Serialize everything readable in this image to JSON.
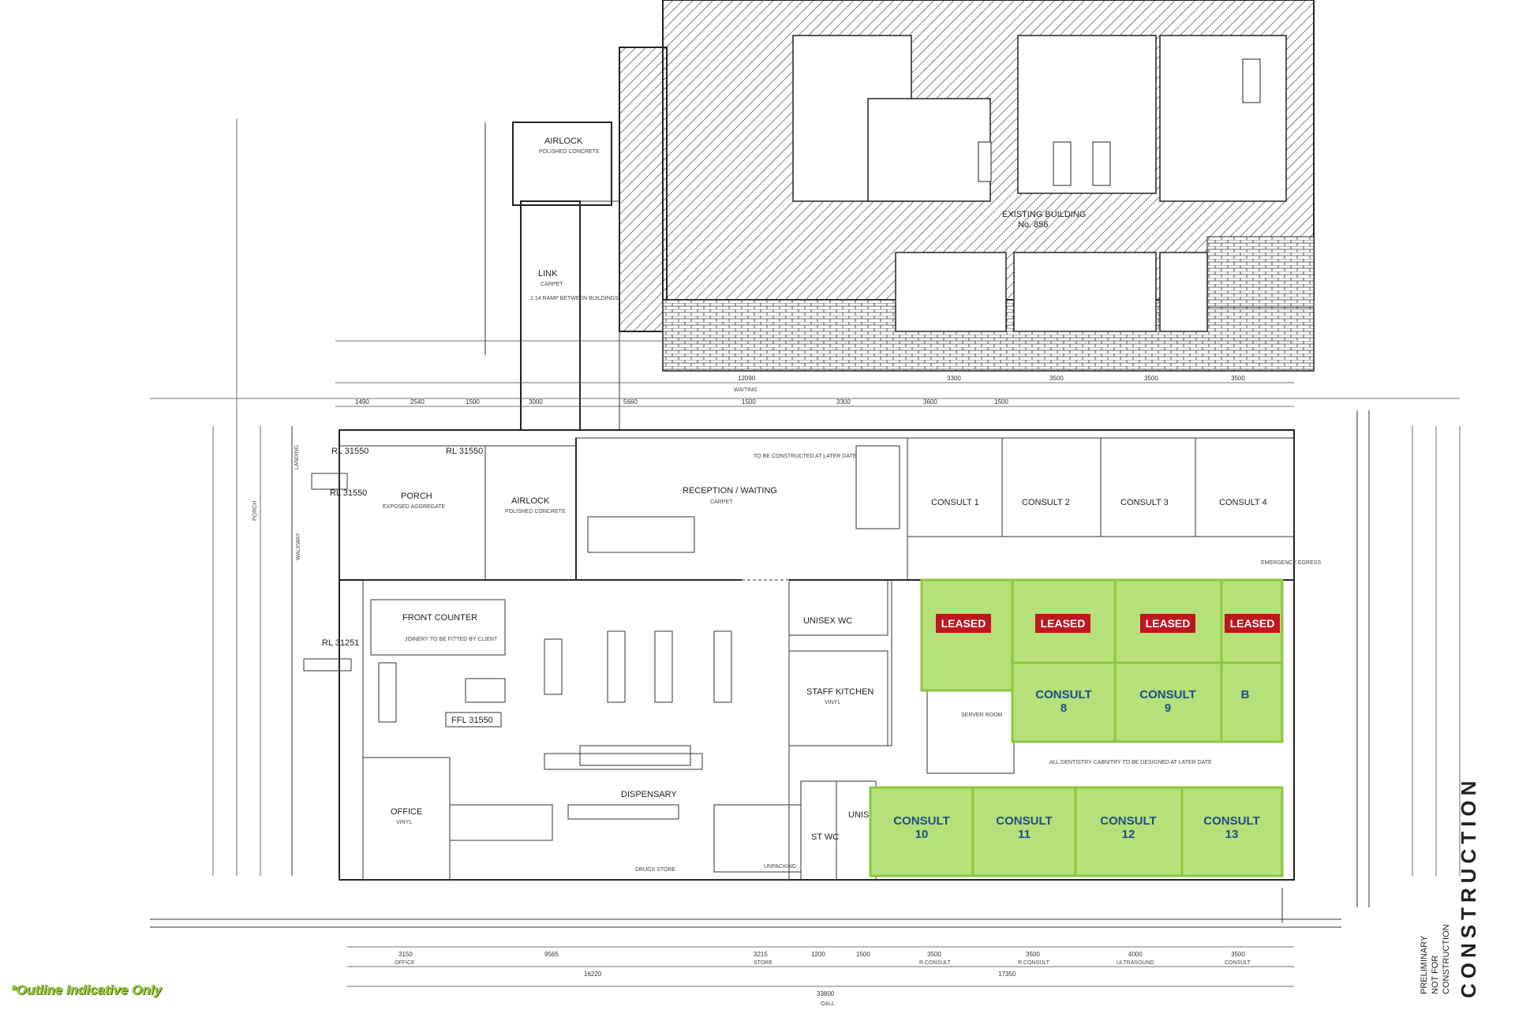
{
  "existing": {
    "line1": "EXISTING BUILDING",
    "line2": "No. 856"
  },
  "rooms": {
    "airlock_top": "AIRLOCK",
    "airlock_top_finish": "POLISHED CONCRETE",
    "link": "LINK",
    "link_finish": "CARPET",
    "ramp_note": "1:14 RAMP BETWEEN BUILDINGS",
    "porch": "PORCH",
    "porch_finish": "EXPOSED AGGREGATE",
    "airlock": "AIRLOCK",
    "airlock_finish": "POLISHED CONCRETE",
    "reception": "RECEPTION / WAITING",
    "reception_finish": "CARPET",
    "consult1": "CONSULT 1",
    "consult2": "CONSULT 2",
    "consult3": "CONSULT 3",
    "consult4": "CONSULT 4",
    "front_counter": "FRONT COUNTER",
    "unisex_wc": "UNISEX WC",
    "unisex_wc2": "UNISEX WC",
    "staff_kitchen": "STAFF KITCHEN",
    "staff_kitchen_finish": "VINYL",
    "server_room": "SERVER ROOM",
    "ffl": "FFL 31550",
    "dispensary": "DISPENSARY",
    "office": "OFFICE",
    "office_finish": "VINYL",
    "st_wc": "ST WC",
    "unpacking": "UNPACKING",
    "drugs_store": "DRUGS STORE",
    "waiting": "WAITING"
  },
  "levels": [
    "RL 31550",
    "RL 31550",
    "RL 31550",
    "RL 31251"
  ],
  "notes": {
    "dentistry": "ALL DENTISTRY CABNITRY TO BE DESIGNED AT LATER DATE",
    "joinery": "JOINERY TO BE FITTED BY CLIENT",
    "emergency": "EMERGENCY EGRESS",
    "walkway": "WALKWAY",
    "landing": "LANDING",
    "porch_side": "PORCH",
    "reception_note": "TO BE CONSTRUCTED AT LATER DATE"
  },
  "overlays": {
    "leased": [
      "LEASED",
      "LEASED",
      "LEASED",
      "LEASED"
    ],
    "consult_row1": [
      {
        "line1": "CONSULT",
        "line2": "8"
      },
      {
        "line1": "CONSULT",
        "line2": "9"
      },
      {
        "line1": "B",
        "line2": ""
      }
    ],
    "consult_row2": [
      {
        "line1": "CONSULT",
        "line2": "10"
      },
      {
        "line1": "CONSULT",
        "line2": "11"
      },
      {
        "line1": "CONSULT",
        "line2": "12"
      },
      {
        "line1": "CONSULT",
        "line2": "13"
      }
    ]
  },
  "dimensions": {
    "bottom_row1": [
      "3150",
      "9565",
      "3215",
      "1200",
      "1500",
      "3500",
      "3500",
      "4000",
      "3500"
    ],
    "bottom_row1_labels": [
      "OFFICE",
      "STORE",
      "R.CONSULT",
      "R.CONSULT",
      "ULTRASOUND",
      "CONSULT"
    ],
    "bottom_row2": [
      "16220",
      "17350"
    ],
    "bottom_total": "33800",
    "bottom_total_label": "OALL",
    "top_row": [
      "1490",
      "2540",
      "1500",
      "3000",
      "5660",
      "1500",
      "3300",
      "3600",
      "1500"
    ],
    "top_upper": [
      "12090",
      "3300",
      "3500",
      "3500",
      "3500"
    ]
  },
  "stamp": {
    "line1": "PRELIMINARY",
    "line2": "NOT FOR",
    "line3": "CONSTRUCTION",
    "big": "CONSTRUCTION"
  },
  "footnote": "*Outline Indicative Only",
  "colors": {
    "overlay_green": "#b5e07a",
    "overlay_border": "#8dc63f",
    "leased_red": "#c0161f",
    "consult_blue": "#1f4e86"
  }
}
